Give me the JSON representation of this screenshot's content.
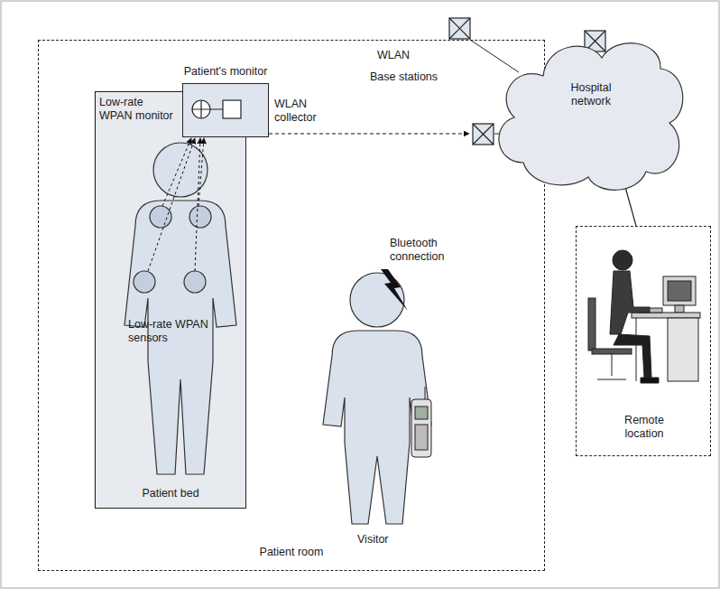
{
  "diagram": {
    "nodes": [
      {
        "text": [
          "Patient room"
        ]
      },
      {
        "text": [
          "Patient bed"
        ],
        "in": 0
      },
      {
        "text": [
          "Patient's monitor"
        ],
        "in": 1
      },
      {
        "text": [
          "Hospital network"
        ]
      },
      {
        "text": [
          "Remote location"
        ]
      }
    ],
    "edges": [
      {
        "from": 3,
        "to": 4,
        "arrow": "none"
      }
    ],
    "labels": [
      "Low-rate WPAN monitor",
      "WLAN collector",
      "WLAN",
      "Base stations",
      "Bluetooth connection",
      "Low-rate WPAN sensors",
      "Visitor"
    ]
  }
}
